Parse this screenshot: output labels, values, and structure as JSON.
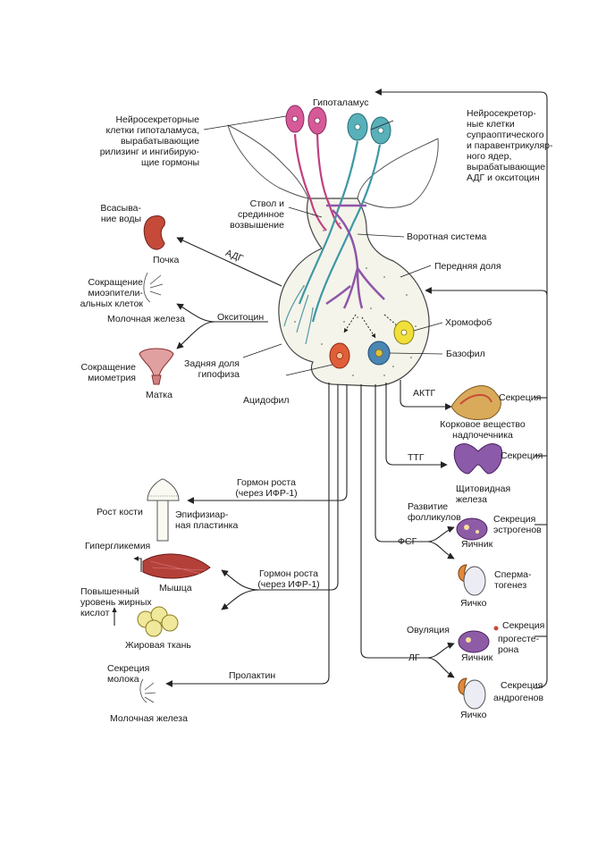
{
  "colors": {
    "magenta": "#d0508f",
    "teal": "#3e98a6",
    "purple": "#8f56a8",
    "gland_fill": "#f4f4ea",
    "acidophil": "#e05e3a",
    "chromophobe": "#f2e03a",
    "basophil": "#4a86b4",
    "kidney": "#c64a3a",
    "muscle": "#b4403a",
    "fat": "#f0e89a",
    "thyroid": "#8b5aa8",
    "adrenal": "#d9aa5a",
    "ovary": "#8e5ca6",
    "testis": "#e08a3a"
  },
  "labels": {
    "hypothalamus": "Гипоталамус",
    "neuro_left": "Нейросекреторные\nклетки гипоталамуса,\nвырабатывающие\nрилизинг и ингибирую-\nщие гормоны",
    "neuro_right": "Нейросекретор-\nные клетки\nсупраоптического\nи паравентрикуляр-\nного ядер,\nвырабатывающие\nАДГ и окситоцин",
    "stalk": "Ствол и\nсрединное\nвозвышение",
    "portal": "Воротная система",
    "anterior": "Передняя доля",
    "chromophobe": "Хромофоб",
    "basophil": "Базофил",
    "acidophil": "Ацидофил",
    "posterior": "Задняя доля\nгипофиза",
    "water": "Всасыва-\nние воды",
    "kidney": "Почка",
    "adh": "АДГ",
    "myoepi": "Сокращение\nмиоэпители-\nальных клеток",
    "mammary1": "Молочная железа",
    "oxytocin": "Окситоцин",
    "myometrium": "Сокращение\nмиометрия",
    "uterus": "Матка",
    "actg": "АКТГ",
    "cortex": "Корковое вещество\nнадпочечника",
    "secretion1": "Секреция",
    "ttg": "ТТГ",
    "thyroid": "Щитовидная\nжелеза",
    "secretion2": "Секреция",
    "gh1": "Гормон роста\n(через ИФР-1)",
    "bone": "Рост кости",
    "plate": "Эпифизиар-\nная пластинка",
    "follicles": "Развитие\nфолликулов",
    "fsh": "ФСГ",
    "ovary1": "Яичник",
    "estrogen": "Секреция\nэстрогенов",
    "hyperglycemia": "Гипергликемия",
    "muscle": "Мышца",
    "gh2": "Гормон роста\n(через ИФР-1)",
    "sperm": "Сперма-\nтогенез",
    "testis1": "Яичко",
    "fatty": "Повышенный\nуровень жирных\nкислот",
    "adipose": "Жировая ткань",
    "ovulation": "Овуляция",
    "secretion3": "Секреция",
    "lh": "ЛГ",
    "ovary2": "Яичник",
    "progesterone": "прогесте-\nрона",
    "milk": "Секреция\nмолока",
    "prolactin": "Пролактин",
    "secretion4": "Секреция",
    "androgen": "андрогенов",
    "testis2": "Яичко",
    "mammary2": "Молочная железа"
  }
}
